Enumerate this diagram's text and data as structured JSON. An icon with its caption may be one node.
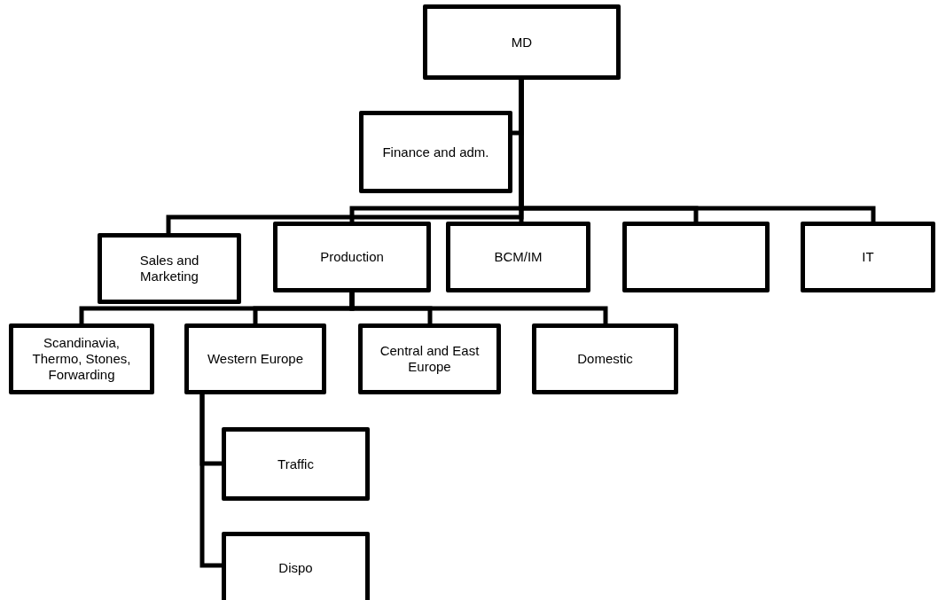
{
  "diagram": {
    "nodes": [
      {
        "text": [
          "MD"
        ]
      },
      {
        "text": [
          "Finance and adm."
        ]
      },
      {
        "text": [
          "Sales and Marketing"
        ]
      },
      {
        "text": [
          "Production"
        ]
      },
      {
        "text": [
          "BCM/IM"
        ]
      },
      {
        "text": [],
        "shape": "box"
      },
      {
        "text": [
          "IT"
        ]
      },
      {
        "text": [
          "Scandinavia, Thermo, Stones, Forwarding"
        ]
      },
      {
        "text": [
          "Western Europe"
        ]
      },
      {
        "text": [
          "Central and East Europe"
        ]
      },
      {
        "text": [
          "Domestic"
        ]
      },
      {
        "text": [
          "Traffic"
        ]
      },
      {
        "text": [
          "Dispo"
        ]
      }
    ],
    "edges": [
      {
        "from": 0,
        "to": 1,
        "arrow": "none"
      },
      {
        "from": 0,
        "to": 2,
        "arrow": "none"
      },
      {
        "from": 0,
        "to": 3,
        "arrow": "none"
      },
      {
        "from": 0,
        "to": 4,
        "arrow": "none"
      },
      {
        "from": 0,
        "to": 5,
        "arrow": "none"
      },
      {
        "from": 0,
        "to": 6,
        "arrow": "none"
      },
      {
        "from": 3,
        "to": 7,
        "arrow": "none"
      },
      {
        "from": 3,
        "to": 8,
        "arrow": "none"
      },
      {
        "from": 3,
        "to": 9,
        "arrow": "none"
      },
      {
        "from": 3,
        "to": 10,
        "arrow": "none"
      },
      {
        "from": 8,
        "to": 11,
        "arrow": "none"
      },
      {
        "from": 8,
        "to": 12,
        "arrow": "none"
      }
    ]
  }
}
